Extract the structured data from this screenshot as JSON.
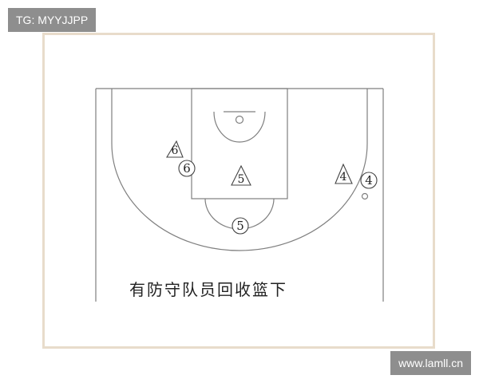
{
  "watermark_top": "TG: MYYJJPP",
  "watermark_bottom": "www.lamll.cn",
  "caption": "有防守队员回收篮下",
  "players": {
    "offense_6": "6",
    "offense_5": "5",
    "offense_4": "4",
    "defense_6": "6",
    "defense_5": "5",
    "defense_4": "4"
  },
  "colors": {
    "line": "#7f7f7f",
    "frame": "#e8dccb",
    "tag_bg": "#8e8e8e"
  }
}
